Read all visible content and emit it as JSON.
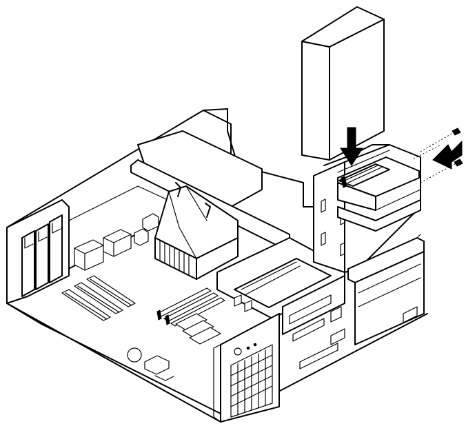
{
  "figure": {
    "components": [
      "drive",
      "drive-bay",
      "screw-top",
      "screw-bottom",
      "insert-arrow-down",
      "insert-arrow-side",
      "system-board",
      "heatsink",
      "pci-slots",
      "memory-slots",
      "expansion-card-brackets",
      "power-button-panel"
    ]
  }
}
